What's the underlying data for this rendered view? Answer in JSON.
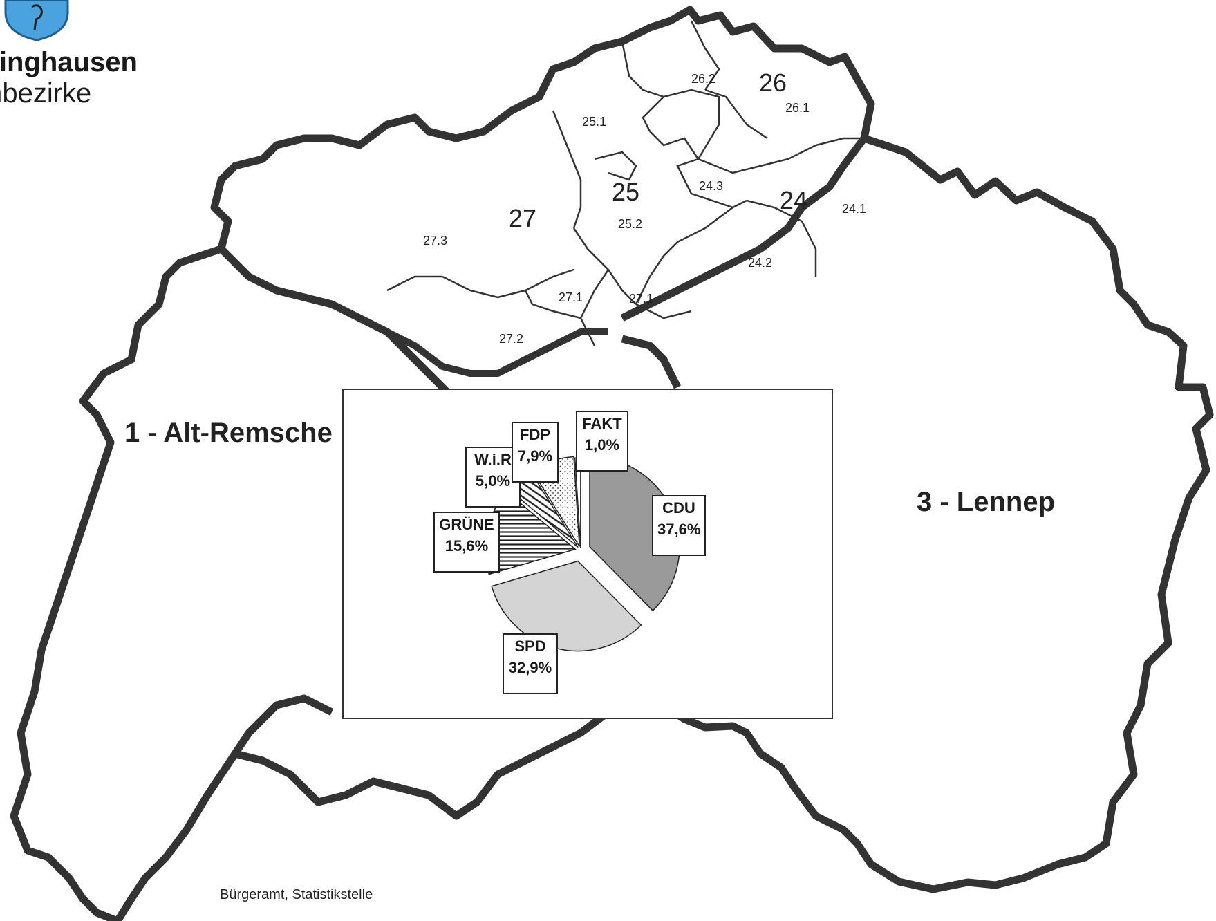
{
  "header": {
    "title_line1": "tringhausen",
    "title_line2": "mbezirke"
  },
  "source": "Bürgeramt, Statistikstelle",
  "districts": {
    "alt_remscheid": "1 - Alt-Remsche",
    "lennep": "3 - Lennep"
  },
  "region_numbers": {
    "r24": "24",
    "r25": "25",
    "r26": "26",
    "r27": "27",
    "r24_1": "24.1",
    "r24_2": "24.2",
    "r24_3": "24.3",
    "r25_1": "25.1",
    "r25_2": "25.2",
    "r26_1": "26.1",
    "r26_2": "26.2",
    "r27_1a": "27.1",
    "r27_1b": "27.1",
    "r27_2": "27.2",
    "r27_3": "27.3"
  },
  "chart_data": {
    "type": "pie",
    "slices": [
      {
        "label": "CDU",
        "value": 37.6,
        "text": "37,6%",
        "fill": "#9a9a9a"
      },
      {
        "label": "SPD",
        "value": 32.9,
        "text": "32,9%",
        "fill": "#d4d4d4"
      },
      {
        "label": "GRÜNE",
        "value": 15.6,
        "text": "15,6%",
        "fill": "hatch-horizontal"
      },
      {
        "label": "W.i.R",
        "value": 5.0,
        "text": "5,0%",
        "fill": "hatch-diagonal"
      },
      {
        "label": "FDP",
        "value": 7.9,
        "text": "7,9%",
        "fill": "dots"
      },
      {
        "label": "FAKT",
        "value": 1.0,
        "text": "1,0%",
        "fill": "#ffffff"
      }
    ]
  }
}
